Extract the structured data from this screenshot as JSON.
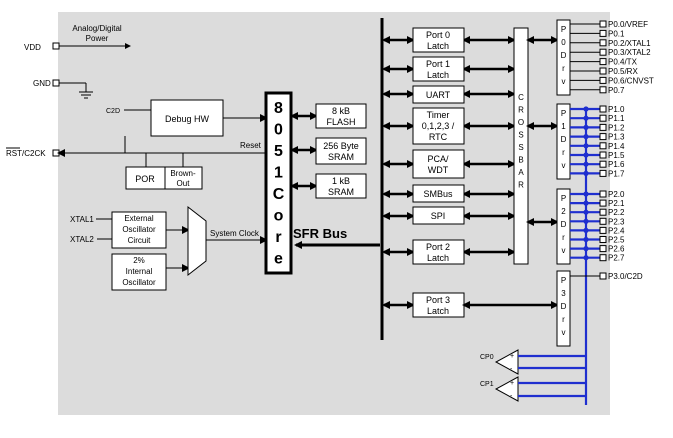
{
  "power": {
    "label_line1": "Analog/Digital",
    "label_line2": "Power",
    "vdd": "VDD",
    "gnd": "GND"
  },
  "debug": {
    "c2d": "C2D",
    "debug_hw": "Debug HW",
    "rst": "RST/C2CK",
    "reset": "Reset",
    "por": "POR",
    "brownout_1": "Brown-",
    "brownout_2": "Out"
  },
  "clock": {
    "xtal1": "XTAL1",
    "xtal2": "XTAL2",
    "ext_osc": [
      "External",
      "Oscillator",
      "Circuit"
    ],
    "int_osc": [
      "2%",
      "Internal",
      "Oscillator"
    ],
    "system_clock": "System Clock"
  },
  "core": {
    "chars": [
      "8",
      "0",
      "5",
      "1",
      "C",
      "o",
      "r",
      "e"
    ],
    "sfr_bus": "SFR Bus"
  },
  "memory": {
    "flash": [
      "8 kB",
      "FLASH"
    ],
    "sram": [
      "256 Byte",
      "SRAM"
    ],
    "xram": [
      "1 kB",
      "SRAM"
    ]
  },
  "peripherals": {
    "port0": [
      "Port 0",
      "Latch"
    ],
    "port1": [
      "Port 1",
      "Latch"
    ],
    "uart": "UART",
    "timer": [
      "Timer",
      "0,1,2,3 /",
      "RTC"
    ],
    "pca": [
      "PCA/",
      "WDT"
    ],
    "smbus": "SMBus",
    "spi": "SPI",
    "port2": [
      "Port 2",
      "Latch"
    ],
    "port3": [
      "Port 3",
      "Latch"
    ]
  },
  "crossbar": [
    "C",
    "R",
    "O",
    "S",
    "S",
    "B",
    "A",
    "R"
  ],
  "drivers": {
    "p0": [
      "P",
      "0",
      "D",
      "r",
      "v"
    ],
    "p1": [
      "P",
      "1",
      "D",
      "r",
      "v"
    ],
    "p2": [
      "P",
      "2",
      "D",
      "r",
      "v"
    ],
    "p3": [
      "P",
      "3",
      "D",
      "r",
      "v"
    ]
  },
  "pins": {
    "p0": [
      "P0.0/VREF",
      "P0.1",
      "P0.2/XTAL1",
      "P0.3/XTAL2",
      "P0.4/TX",
      "P0.5/RX",
      "P0.6/CNVST",
      "P0.7"
    ],
    "p1": [
      "P1.0",
      "P1.1",
      "P1.2",
      "P1.3",
      "P1.4",
      "P1.5",
      "P1.6",
      "P1.7"
    ],
    "p2": [
      "P2.0",
      "P2.1",
      "P2.2",
      "P2.3",
      "P2.4",
      "P2.5",
      "P2.6",
      "P2.7"
    ],
    "p3": [
      "P3.0/C2D"
    ]
  },
  "comparators": {
    "cp0": "CP0",
    "cp1": "CP1"
  },
  "colors": {
    "background": "#dcdcdc",
    "analog_wire": "#1f2fcf"
  }
}
